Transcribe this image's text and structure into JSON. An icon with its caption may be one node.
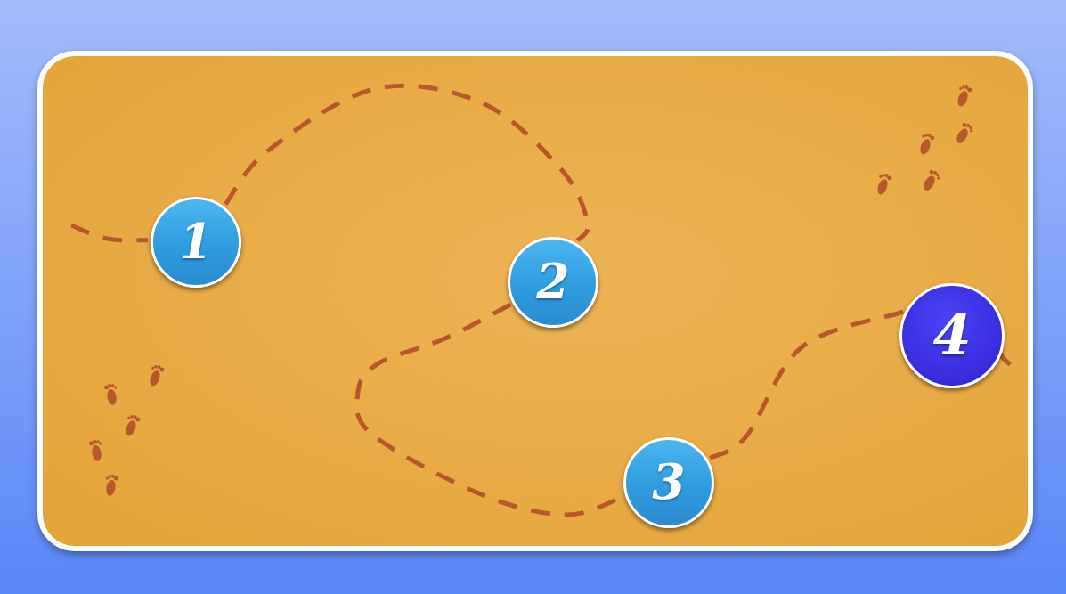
{
  "diagram": {
    "nodes": [
      {
        "text": [
          "1"
        ]
      },
      {
        "text": [
          "2"
        ]
      },
      {
        "text": [
          "3"
        ]
      },
      {
        "text": [
          "4"
        ]
      }
    ],
    "edges": [
      {
        "from": null,
        "to": 0,
        "arrow": "none",
        "style": "dashed"
      },
      {
        "from": 0,
        "to": 1,
        "arrow": "none",
        "style": "dashed"
      },
      {
        "from": 1,
        "to": 2,
        "arrow": "none",
        "style": "dashed"
      },
      {
        "from": 2,
        "to": 3,
        "arrow": "none",
        "style": "dashed"
      },
      {
        "from": 3,
        "to": null,
        "arrow": "none",
        "style": "dashed"
      }
    ]
  }
}
